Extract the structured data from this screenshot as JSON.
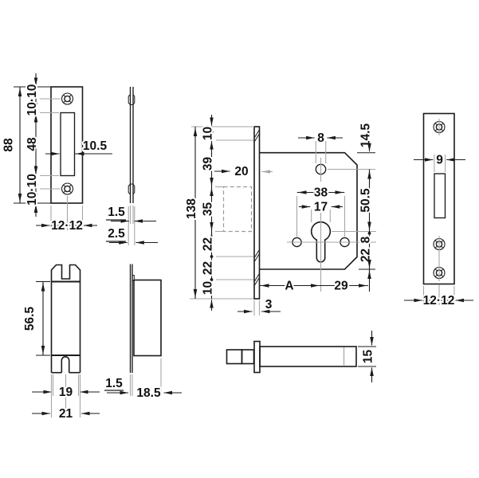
{
  "strike_plate_front": {
    "overall_height": "88",
    "top_segments": "10·10",
    "slot_height": "48",
    "bottom_segments": "10·10",
    "slot_width": "10.5",
    "width_segments": "12·12"
  },
  "strike_plate_edge": {
    "plate_thickness": "1.5",
    "overall_thickness": "2.5"
  },
  "lock_case_side": {
    "overall_height": "138",
    "seg_top": "10",
    "seg_2": "39",
    "seg_3": "35",
    "seg_4": "22",
    "seg_5": "22",
    "seg_bottom": "10",
    "faceplate_width": "20",
    "faceplate_thickness": "3"
  },
  "lock_case_front": {
    "top_hole_dia": "8",
    "edge_to_top_hole": "14.5",
    "top_hole_to_cylinder": "50.5",
    "cylinder_to_screw_holes": "8",
    "screw_holes_to_bottom": "22",
    "screw_hole_spacing": "38",
    "cylinder_dia": "17",
    "backset": "A",
    "cylinder_to_rear_edge": "29"
  },
  "dust_box_front": {
    "body_height": "56.5",
    "inner_width": "19",
    "outer_width": "21"
  },
  "dust_box_side": {
    "flange_thickness": "1.5",
    "depth": "18.5"
  },
  "bolt_side": {
    "bolt_height": "15"
  },
  "strike_plate2_front": {
    "slot_width": "9",
    "width_segments": "12·12"
  }
}
